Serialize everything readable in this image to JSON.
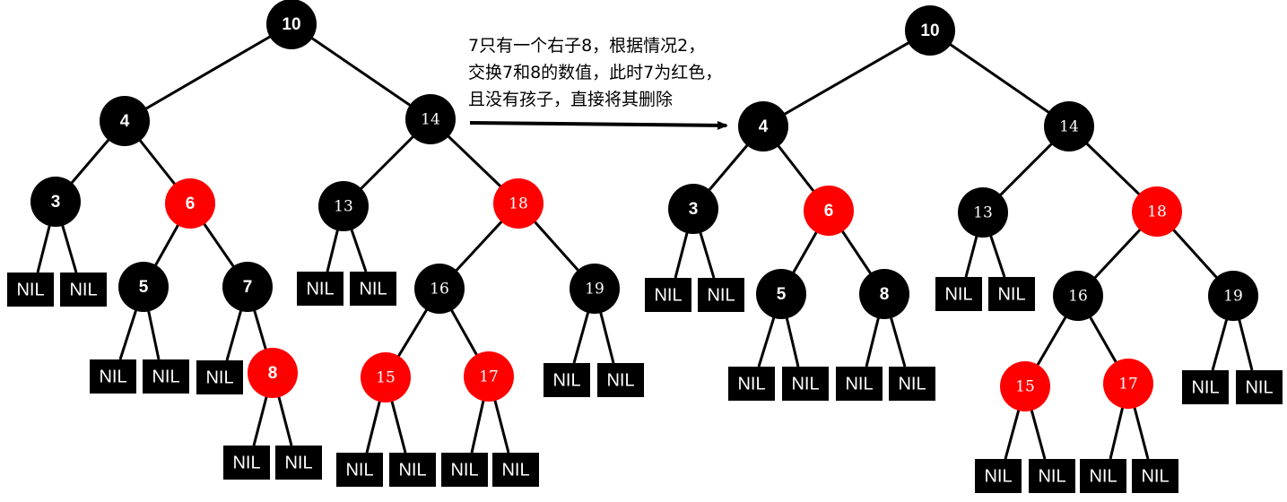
{
  "caption": {
    "line1": "7只有一个右子8，根据情况2，",
    "line2": "交换7和8的数值，此时7为红色，",
    "line3": "且没有孩子，直接将其删除"
  },
  "nil_label": "NIL",
  "colors": {
    "black": "#000000",
    "red": "#ff0000",
    "edge": "#000000",
    "nil": "#000000"
  },
  "trees": {
    "before": {
      "nodes": [
        {
          "id": "b10",
          "label": "10",
          "color": "black"
        },
        {
          "id": "b4",
          "label": "4",
          "color": "black"
        },
        {
          "id": "b14",
          "label": "14",
          "color": "black"
        },
        {
          "id": "b3",
          "label": "3",
          "color": "black"
        },
        {
          "id": "b6",
          "label": "6",
          "color": "red"
        },
        {
          "id": "b13",
          "label": "13",
          "color": "black"
        },
        {
          "id": "b18",
          "label": "18",
          "color": "red"
        },
        {
          "id": "b5",
          "label": "5",
          "color": "black"
        },
        {
          "id": "b7",
          "label": "7",
          "color": "black"
        },
        {
          "id": "b16",
          "label": "16",
          "color": "black"
        },
        {
          "id": "b19",
          "label": "19",
          "color": "black"
        },
        {
          "id": "b8",
          "label": "8",
          "color": "red"
        },
        {
          "id": "b15",
          "label": "15",
          "color": "red"
        },
        {
          "id": "b17",
          "label": "17",
          "color": "red"
        }
      ],
      "edges": [
        [
          "b10",
          "b4"
        ],
        [
          "b10",
          "b14"
        ],
        [
          "b4",
          "b3"
        ],
        [
          "b4",
          "b6"
        ],
        [
          "b14",
          "b13"
        ],
        [
          "b14",
          "b18"
        ],
        [
          "b6",
          "b5"
        ],
        [
          "b6",
          "b7"
        ],
        [
          "b18",
          "b16"
        ],
        [
          "b18",
          "b19"
        ],
        [
          "b7",
          "b8"
        ],
        [
          "b16",
          "b15"
        ],
        [
          "b16",
          "b17"
        ]
      ]
    },
    "after": {
      "nodes": [
        {
          "id": "a10",
          "label": "10",
          "color": "black"
        },
        {
          "id": "a4",
          "label": "4",
          "color": "black"
        },
        {
          "id": "a14",
          "label": "14",
          "color": "black"
        },
        {
          "id": "a3",
          "label": "3",
          "color": "black"
        },
        {
          "id": "a6",
          "label": "6",
          "color": "red"
        },
        {
          "id": "a13",
          "label": "13",
          "color": "black"
        },
        {
          "id": "a18",
          "label": "18",
          "color": "red"
        },
        {
          "id": "a5",
          "label": "5",
          "color": "black"
        },
        {
          "id": "a8",
          "label": "8",
          "color": "black"
        },
        {
          "id": "a16",
          "label": "16",
          "color": "black"
        },
        {
          "id": "a19",
          "label": "19",
          "color": "black"
        },
        {
          "id": "a15",
          "label": "15",
          "color": "red"
        },
        {
          "id": "a17",
          "label": "17",
          "color": "red"
        }
      ],
      "edges": [
        [
          "a10",
          "a4"
        ],
        [
          "a10",
          "a14"
        ],
        [
          "a4",
          "a3"
        ],
        [
          "a4",
          "a6"
        ],
        [
          "a14",
          "a13"
        ],
        [
          "a14",
          "a18"
        ],
        [
          "a6",
          "a5"
        ],
        [
          "a6",
          "a8"
        ],
        [
          "a18",
          "a16"
        ],
        [
          "a18",
          "a19"
        ],
        [
          "a16",
          "a15"
        ],
        [
          "a16",
          "a17"
        ]
      ]
    }
  }
}
